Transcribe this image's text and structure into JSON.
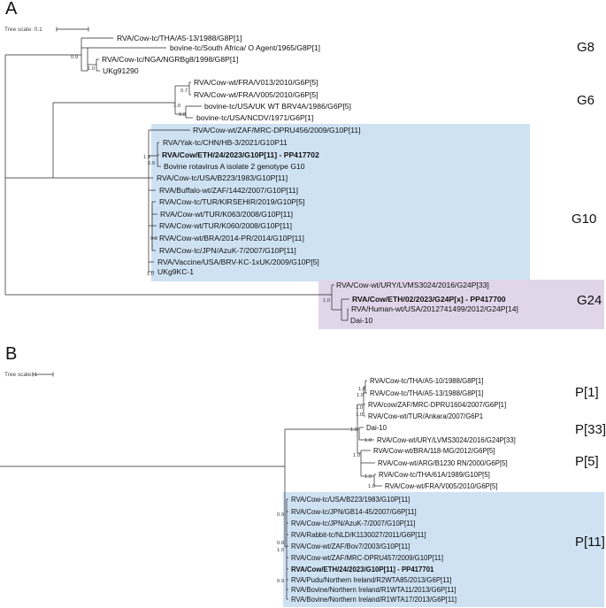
{
  "panelA": {
    "letter": "A",
    "tree_scale": "Tree scale: 0.1",
    "clades": {
      "g8": "G8",
      "g6": "G6",
      "g10": "G10",
      "g24": "G24"
    },
    "leaves": [
      "RVA/Cow-tc/THA/A5-13/1988/G8P[1]",
      "bovine-tc/South Africa/ O Agent/1965/G8P[1]",
      "RVA/Cow-tc/NGA/NGRBg8/1998/G8P[1]",
      "UKg91290",
      "RVA/Cow-wt/FRA/V013/2010/G6P[5]",
      "RVA/Cow-wt/FRA/V005/2010/G6P[5]",
      "bovine-tc/USA/UK WT BRV4A/1986/G6P[5]",
      "bovine-tc/USA/NCDV/1971/G6P[1]",
      "RVA/Cow-wt/ZAF/MRC-DPRU456/2009/G10P[11]",
      "RVA/Yak-tc/CHN/HB-3/2021/G10P11",
      "RVA/Cow/ETH/24/2023/G10P[11] - PP417702",
      "Bovine rotavirus A isolate 2 genotype G10",
      "RVA/Cow-tc/USA/B223/1983/G10P[11]",
      "RVA/Buffalo-wt/ZAF/1442/2007/G10P[11]",
      "RVA/Cow-tc/TUR/KIRSEHIR/2019/G10P[5]",
      "RVA/Cow-wt/TUR/K063/2008/G10P[11]",
      "RVA/Cow-wt/TUR/K060/2008/G10P[11]",
      "RVA/Cow-wt/BRA/2014-PR/2014/G10P[11]",
      "RVA/Cow-tc/JPN/AzuK-7/2007/G10P[11]",
      "RVA/Vaccine/USA/BRV-KC-1xUK/2009/G10P[5]",
      "UKg9KC-1",
      "RVA/Cow-wt/URY/LVMS3024/2016/G24P[33]",
      "RVA/Cow/ETH/02/2023/G24P[x] - PP417700",
      "RVA/Human-wt/USA/2012741499/2012/G24P[14]",
      "Dai-10"
    ],
    "support": [
      "0.9",
      "1.0",
      "0.7",
      "1.0",
      "0.8",
      "1.0",
      "0.9",
      "0.8",
      "1.0",
      "1.0"
    ]
  },
  "panelB": {
    "letter": "B",
    "tree_scale": "Tree scale: 1",
    "clades": {
      "p1": "P[1]",
      "p33": "P[33]",
      "p5": "P[5]",
      "p11": "P[11]"
    },
    "leaves": [
      "RVA/Cow-tc/THA/A5-10/1988/G8P[1]",
      "RVA/Cow-tc/THA/A5-13/1988/G8P[1]",
      "RVA/cow/ZAF/MRC-DPRU1604/2007/G6P[1]",
      "RVA/Cow-wt/TUR/Ankara/2007/G6P1",
      "Dai-10",
      "RVA/Cow-wt/URY/LVMS3024/2016/G24P[33]",
      "RVA/Cow-wt/BRA/118-MG/2012/G6P[5]",
      "RVA/Cow-wt/ARG/B1230 RN/2000/G6P[5]",
      "RVA/Cow-tc/THA/61A/1989/G10P[5]",
      "RVA/Cow-wt/FRA/V005/2010/G6P[5]",
      "RVA/Cow-tc/USA/B223/1983/G10P[11]",
      "RVA/Cow-tc/JPN/GB14-45/2007/G6P[11]",
      "RVA/Cow-tc/JPN/AzuK-7/2007/G10P[11]",
      "RVA/Rabbit-tc/NLD/K1130027/2011/G6P[11]",
      "RVA/Cow-wt/ZAF/Bov7/2003/G10P[11]",
      "RVA/Cow-wt/ZAF/MRC-DPRU457/2009/G10P[11]",
      "RVA/Cow/ETH/24/2023/G10P[11] - PP417701",
      "RVA/Pudu/Northern Ireland/R2WTA85/2013/G6P[11]",
      "RVA/Bovine/Northern Ireland/R1WTA11/2013/G6P[11]",
      "RVA/Bovine/Northern Ireland/R1WTA17/2013/G6P[11]"
    ],
    "support": [
      "1.0",
      "1.0",
      "1.0",
      "1.0",
      "1.0",
      "1.0",
      "1.0",
      "1.0",
      "1.0",
      "0.9",
      "0.8",
      "1.0",
      "0.9"
    ]
  },
  "colors": {
    "g10_highlight": "#cfe2f3",
    "g24_highlight": "#e1d6e9",
    "p11_highlight": "#cfe2f3",
    "branch": "#222222"
  }
}
